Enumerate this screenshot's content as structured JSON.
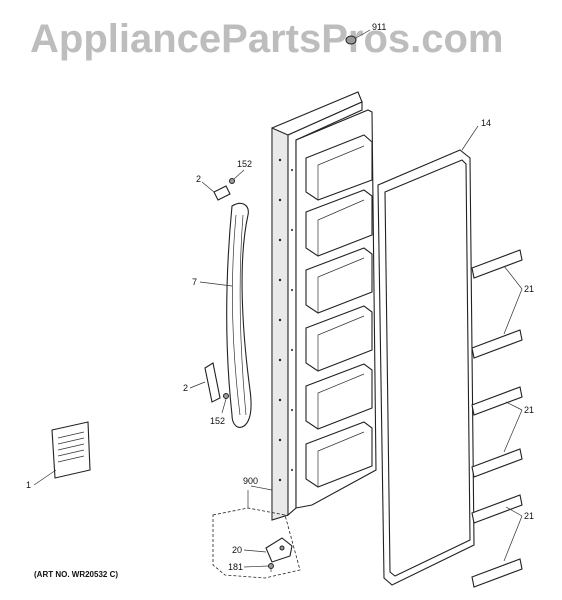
{
  "watermark": "AppliancePartsPros.com",
  "art_number": "(ART NO. WR20532 C)",
  "callouts": {
    "c911": "911",
    "c14": "14",
    "c152_top": "152",
    "c2_top": "2",
    "c7": "7",
    "c2_bottom": "2",
    "c152_bottom": "152",
    "c21_a": "21",
    "c21_b": "21",
    "c21_c": "21",
    "c1": "1",
    "c900": "900",
    "c20": "20",
    "c181": "181"
  }
}
